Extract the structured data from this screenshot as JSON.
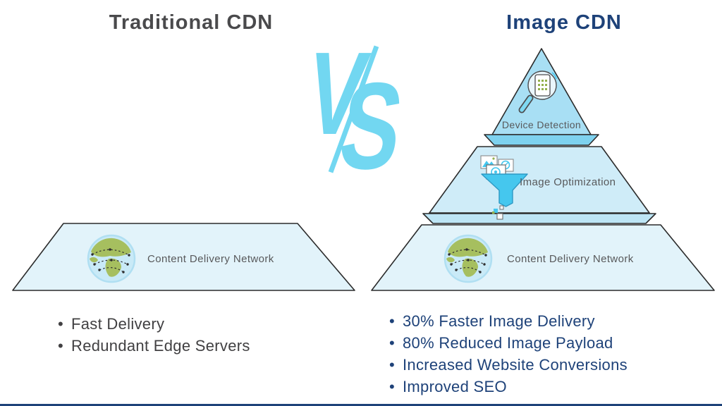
{
  "ui": {
    "bullet": "•"
  },
  "left_panel": {
    "title": "Traditional CDN",
    "cdn_label": "Content Delivery Network",
    "bullets": [
      "Fast Delivery",
      "Redundant Edge Servers"
    ]
  },
  "vs": {
    "v": "V",
    "s": "S"
  },
  "right_panel": {
    "title": "Image CDN",
    "tiers": [
      {
        "label": "Device Detection",
        "icon": "magnifier-device-icon"
      },
      {
        "label": "Image Optimization",
        "icon": "funnel-images-icon"
      },
      {
        "label": "Content Delivery Network",
        "icon": "globe-network-icon"
      }
    ],
    "bullets": [
      "30% Faster Image Delivery",
      "80% Reduced Image Payload",
      "Increased Website Conversions",
      "Improved SEO"
    ]
  },
  "colors": {
    "navy": "#1E4279",
    "title-gray": "#4A4A4C",
    "label-gray": "#58595B",
    "bullet-gray": "#414042",
    "cyan": "#72D7F1",
    "tier-top": "#A8DFF4",
    "plate-top": "#7ED2EF",
    "tier-mid": "#CFECF8",
    "plate-mid": "#BDE5F5",
    "tier-base": "#E2F3FA",
    "outline": "#2B2B2B",
    "funnel-cyan": "#45C7EE",
    "globe-ocean": "#C9EAF7",
    "globe-land": "#A6BF5F"
  }
}
